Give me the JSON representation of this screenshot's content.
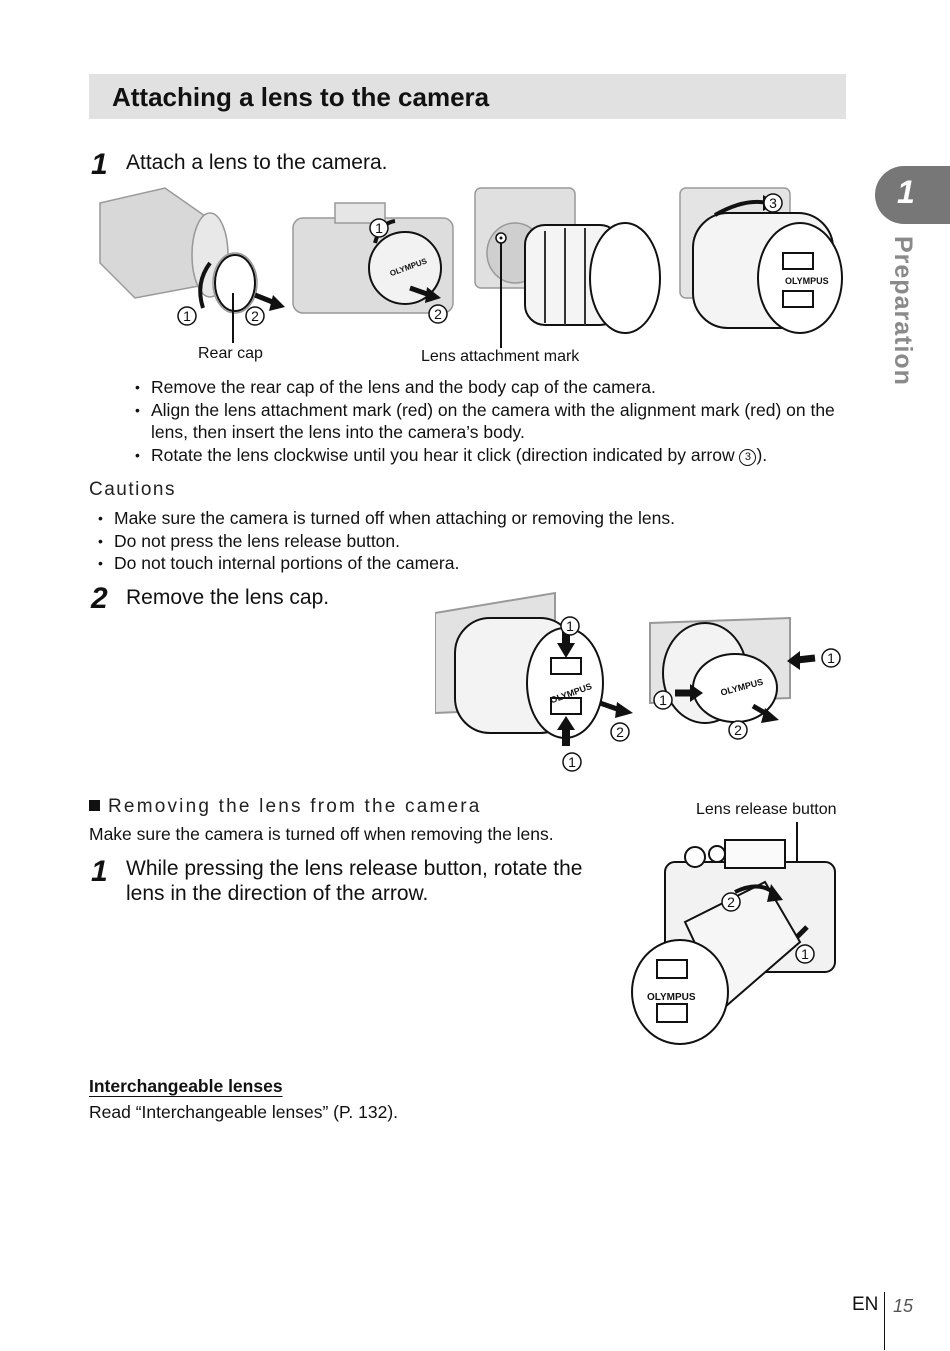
{
  "header": {
    "title": "Attaching a lens to the camera"
  },
  "side_tab": {
    "number": "1",
    "label": "Preparation"
  },
  "step1": {
    "number": "1",
    "text": "Attach a lens to the camera.",
    "callouts": {
      "rear_cap": "Rear cap",
      "lens_mark": "Lens attachment mark"
    },
    "markers": {
      "one": "1",
      "two": "2",
      "three": "3"
    },
    "brand": "OLYMPUS",
    "bullets": [
      "Remove the rear cap of the lens and the body cap of the camera.",
      "Align the lens attachment mark (red) on the camera with the alignment mark (red) on the lens, then insert the lens into the camera’s body.",
      "Rotate the lens clockwise until you hear it click (direction indicated by arrow ",
      ")."
    ]
  },
  "cautions": {
    "title": "Cautions",
    "items": [
      "Make sure the camera is turned off when attaching or removing the lens.",
      "Do not press the lens release button.",
      "Do not touch internal portions of the camera."
    ]
  },
  "step2": {
    "number": "2",
    "text": "Remove the lens cap."
  },
  "removing": {
    "heading": "Removing the lens from the camera",
    "note": "Make sure the camera is turned off when removing the lens.",
    "callout": "Lens release button",
    "step_number": "1",
    "step_text_line1": "While pressing the lens release button, rotate the",
    "step_text_line2": "lens in the direction of the arrow."
  },
  "lenses": {
    "heading": "Interchangeable lenses",
    "text": "Read “Interchangeable lenses” (P. 132)."
  },
  "footer": {
    "lang": "EN",
    "page": "15"
  }
}
